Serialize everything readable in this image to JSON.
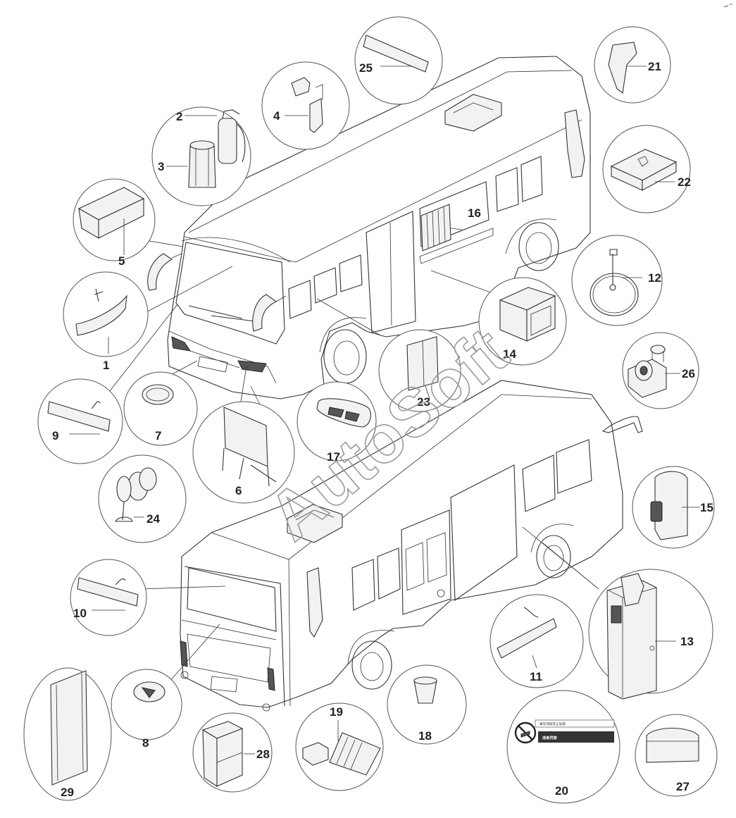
{
  "labels": [
    "1",
    "2",
    "3",
    "4",
    "5",
    "6",
    "7",
    "8",
    "9",
    "10",
    "11",
    "12",
    "13",
    "14",
    "15",
    "16",
    "17",
    "18",
    "19",
    "20",
    "21",
    "22",
    "23",
    "24",
    "25",
    "26",
    "27",
    "28",
    "29"
  ],
  "watermark": "AutoSoft",
  "sign": {
    "line1": "乘车须知禁止吸烟",
    "line2": "违者罚款"
  },
  "colors": {
    "line": "#333333",
    "watermark": "#9a9a9a"
  }
}
